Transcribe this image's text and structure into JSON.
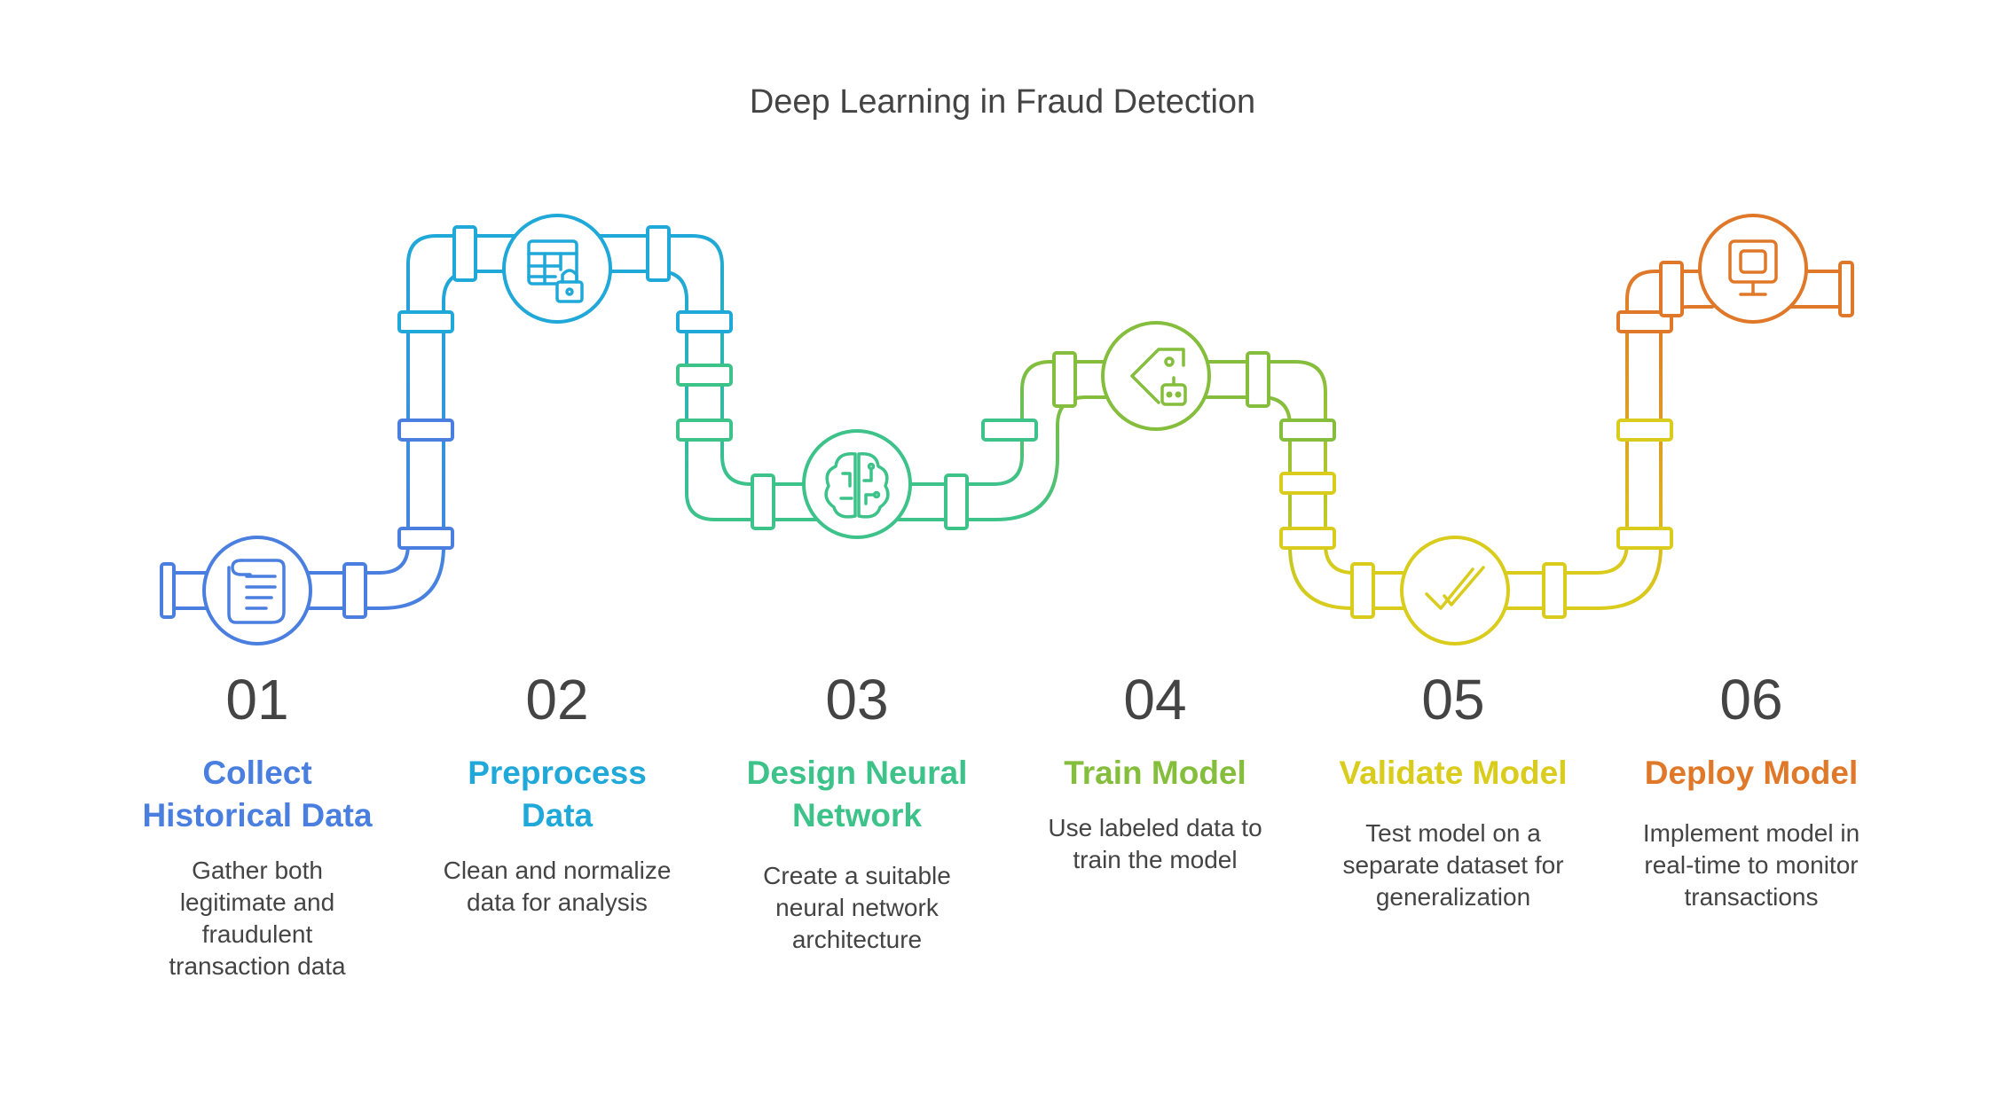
{
  "title": "Deep Learning in Fraud Detection",
  "colors": {
    "blue": "#4a7fe0",
    "cyan": "#1fa8d8",
    "green": "#3dc28a",
    "lime": "#84be3c",
    "yellow": "#d9cc1c",
    "orange": "#e0782a"
  },
  "steps": [
    {
      "number": "01",
      "heading_1": "Collect",
      "heading_2": "Historical Data",
      "desc_1": "Gather both",
      "desc_2": "legitimate and",
      "desc_3": "fraudulent",
      "desc_4": "transaction data",
      "icon": "scroll-document-icon",
      "color": "#4a7fe0"
    },
    {
      "number": "02",
      "heading_1": "Preprocess",
      "heading_2": "Data",
      "desc_1": "Clean and normalize",
      "desc_2": "data for analysis",
      "icon": "table-lock-icon",
      "color": "#1fa8d8"
    },
    {
      "number": "03",
      "heading_1": "Design Neural",
      "heading_2": "Network",
      "desc_1": "Create a suitable",
      "desc_2": "neural network",
      "desc_3": "architecture",
      "icon": "brain-circuit-icon",
      "color": "#3dc28a"
    },
    {
      "number": "04",
      "heading_1": "Train Model",
      "desc_1": "Use labeled data to",
      "desc_2": "train the model",
      "icon": "tag-robot-icon",
      "color": "#84be3c"
    },
    {
      "number": "05",
      "heading_1": "Validate Model",
      "desc_1": "Test model on a",
      "desc_2": "separate dataset for",
      "desc_3": "generalization",
      "icon": "double-check-icon",
      "color": "#d9cc1c"
    },
    {
      "number": "06",
      "heading_1": "Deploy Model",
      "desc_1": "Implement model in",
      "desc_2": "real-time to monitor",
      "desc_3": "transactions",
      "icon": "monitor-deploy-icon",
      "color": "#e0782a"
    }
  ]
}
